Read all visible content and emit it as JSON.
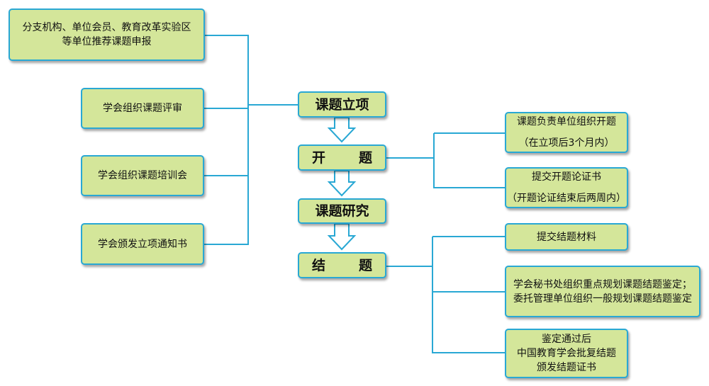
{
  "left_boxes": [
    [
      "分支机构、单位会员、教育改革实验区",
      "等单位推荐课题申报"
    ],
    [
      "学会组织课题评审"
    ],
    [
      "学会组织课题培训会"
    ],
    [
      "学会颁发立项通知书"
    ]
  ],
  "stages": {
    "approval": "课题立项",
    "opening_first": "开",
    "opening_second": "题",
    "research": "课题研究",
    "closing_first": "结",
    "closing_second": "题"
  },
  "right_boxes": [
    [
      "课题负责单位组织开题",
      "（在立项后3个月内）"
    ],
    [
      "提交开题论证书",
      "（开题论证结束后两周内）"
    ],
    [
      "提交结题材料"
    ],
    [
      "学会秘书处组织重点规划课题结题鉴定；",
      "委托管理单位组织一般规划课题结题鉴定"
    ],
    [
      "鉴定通过后",
      "中国教育学会批复结题",
      "颁发结题证书"
    ]
  ],
  "colors": {
    "box_fill": "#d4e69a",
    "line": "#29a8d4",
    "arrow_fill": "#ffffff"
  }
}
